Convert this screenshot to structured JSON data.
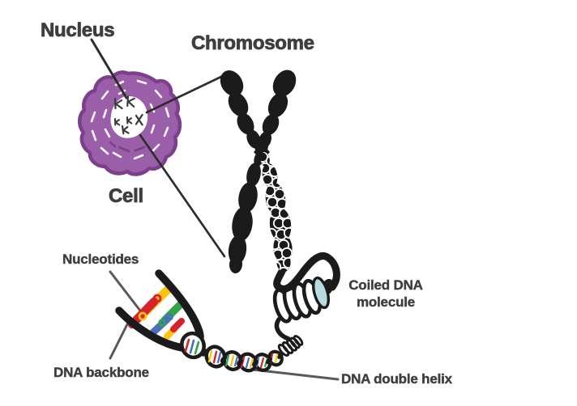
{
  "figure": {
    "labels": {
      "nucleus": "Nucleus",
      "chromosome": "Chromosome",
      "cell": "Cell",
      "nucleotides": "Nucleotides",
      "dna_backbone": "DNA backbone",
      "coiled_dna_molecule": "Coiled DNA molecule",
      "dna_double_helix": "DNA double helix"
    },
    "colors": {
      "label_text": "#3e3e40",
      "ink_black": "#1b1b1b",
      "pointer_dark": "#2d2d2f",
      "pointer_gray": "#59595b",
      "cell_fill": "#9a5fa8",
      "cell_outline": "#7c3f8c",
      "nucleus_fill": "#ffffff",
      "coil_highlight_teal": "#b7dbdf",
      "nucleotide_yellow": "#fdc40b",
      "nucleotide_red": "#d6232a",
      "nucleotide_green": "#31a648",
      "nucleotide_blue": "#4a6fbd"
    }
  }
}
